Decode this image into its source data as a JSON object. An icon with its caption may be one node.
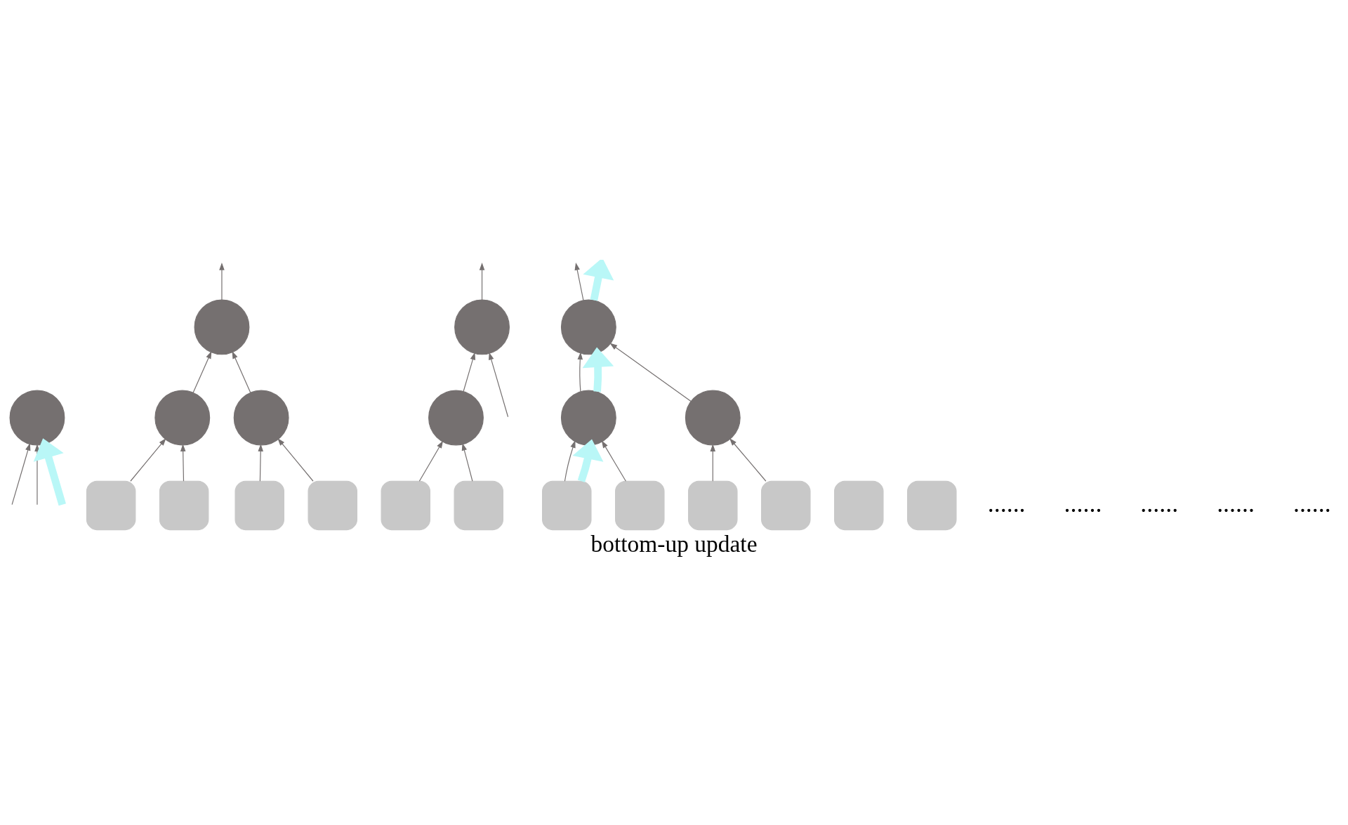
{
  "diagram": {
    "caption": "bottom-up update",
    "nodes": [
      {
        "text": [],
        "shape": "circle"
      },
      {
        "text": [],
        "shape": "circle"
      },
      {
        "text": [],
        "shape": "circle"
      },
      {
        "text": [],
        "shape": "circle"
      },
      {
        "text": [],
        "shape": "circle"
      },
      {
        "text": [],
        "shape": "circle"
      },
      {
        "text": [],
        "shape": "circle"
      },
      {
        "text": [],
        "shape": "circle"
      },
      {
        "text": [],
        "shape": "circle"
      },
      {
        "text": [],
        "shape": "box"
      },
      {
        "text": [],
        "shape": "box"
      },
      {
        "text": [],
        "shape": "box"
      },
      {
        "text": [],
        "shape": "box"
      },
      {
        "text": [],
        "shape": "box"
      },
      {
        "text": [],
        "shape": "box"
      },
      {
        "text": [],
        "shape": "box"
      },
      {
        "text": [],
        "shape": "box"
      },
      {
        "text": [],
        "shape": "box"
      },
      {
        "text": [],
        "shape": "box"
      },
      {
        "text": [],
        "shape": "box"
      },
      {
        "text": [],
        "shape": "box"
      }
    ],
    "edges": [
      {
        "from": 9,
        "to": 4,
        "arrow": "to"
      },
      {
        "from": 10,
        "to": 4,
        "arrow": "to"
      },
      {
        "from": 11,
        "to": 5,
        "arrow": "to"
      },
      {
        "from": 12,
        "to": 5,
        "arrow": "to"
      },
      {
        "from": 13,
        "to": 6,
        "arrow": "to"
      },
      {
        "from": 14,
        "to": 6,
        "arrow": "to"
      },
      {
        "from": 15,
        "to": 7,
        "arrow": "to"
      },
      {
        "from": 16,
        "to": 7,
        "arrow": "to"
      },
      {
        "from": 17,
        "to": 8,
        "arrow": "to"
      },
      {
        "from": 18,
        "to": 8,
        "arrow": "to"
      },
      {
        "from": 4,
        "to": 1,
        "arrow": "to"
      },
      {
        "from": 5,
        "to": 1,
        "arrow": "to"
      },
      {
        "from": 6,
        "to": 2,
        "arrow": "to"
      },
      {
        "from": null,
        "to": 2,
        "arrow": "to"
      },
      {
        "from": 7,
        "to": 3,
        "arrow": "to"
      },
      {
        "from": 8,
        "to": 3,
        "arrow": "to"
      },
      {
        "from": 1,
        "to": null,
        "arrow": "to"
      },
      {
        "from": 2,
        "to": null,
        "arrow": "to"
      },
      {
        "from": 3,
        "to": null,
        "arrow": "to"
      },
      {
        "from": null,
        "to": 0,
        "arrow": "to"
      },
      {
        "from": null,
        "to": 0,
        "arrow": "to"
      },
      {
        "from": 15,
        "to": 7,
        "arrow": "to",
        "style": "thick",
        "color": "#b9f7f7"
      },
      {
        "from": 7,
        "to": 3,
        "arrow": "to",
        "style": "thick",
        "color": "#b9f7f7"
      },
      {
        "from": 3,
        "to": null,
        "arrow": "to",
        "style": "thick",
        "color": "#b9f7f7"
      },
      {
        "from": null,
        "to": 0,
        "arrow": "to",
        "style": "thick",
        "color": "#b9f7f7"
      }
    ],
    "labels": [
      "......",
      "......",
      "......",
      "......",
      "......"
    ]
  }
}
